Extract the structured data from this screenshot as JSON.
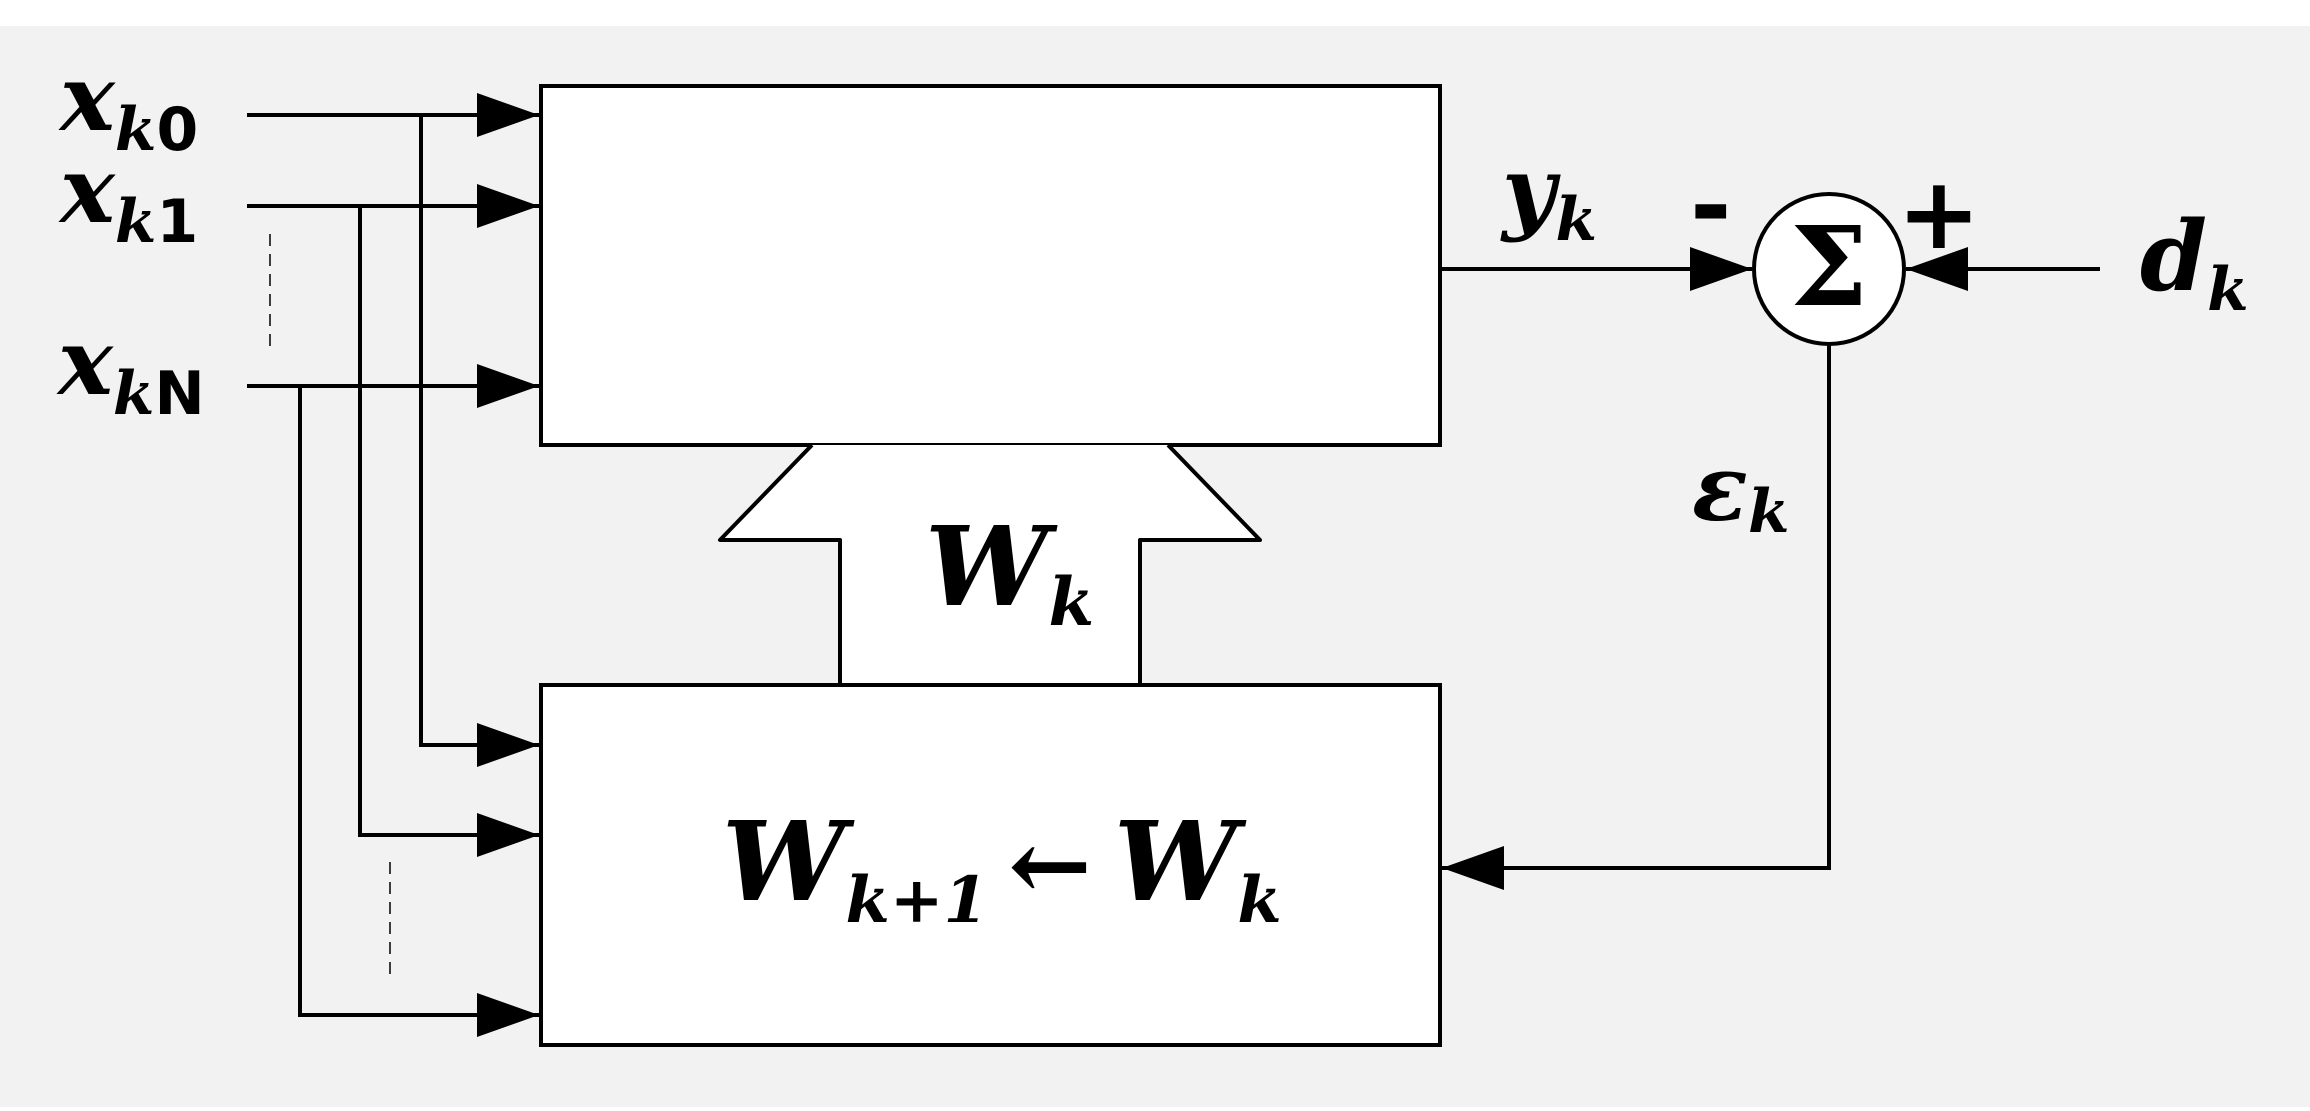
{
  "colors": {
    "background": "#f2f2f2",
    "block_fill": "#ffffff",
    "stroke": "#000000"
  },
  "inputs": [
    {
      "symbol": "x",
      "subscript": "k",
      "index": "0"
    },
    {
      "symbol": "x",
      "subscript": "k",
      "index": "1"
    },
    {
      "symbol": "x",
      "subscript": "k",
      "index": "N"
    }
  ],
  "filter_output": {
    "symbol": "y",
    "subscript": "k"
  },
  "desired": {
    "symbol": "d",
    "subscript": "k"
  },
  "summer": {
    "glyph": "Σ",
    "minus_sign": "-",
    "plus_sign": "+"
  },
  "error": {
    "symbol": "ε",
    "subscript": "k"
  },
  "weights": {
    "symbol": "W",
    "subscript": "k"
  },
  "update_rule": {
    "lhs_symbol": "W",
    "lhs_subscript": "k+1",
    "arrow": "←",
    "rhs_symbol": "W",
    "rhs_subscript": "k"
  }
}
